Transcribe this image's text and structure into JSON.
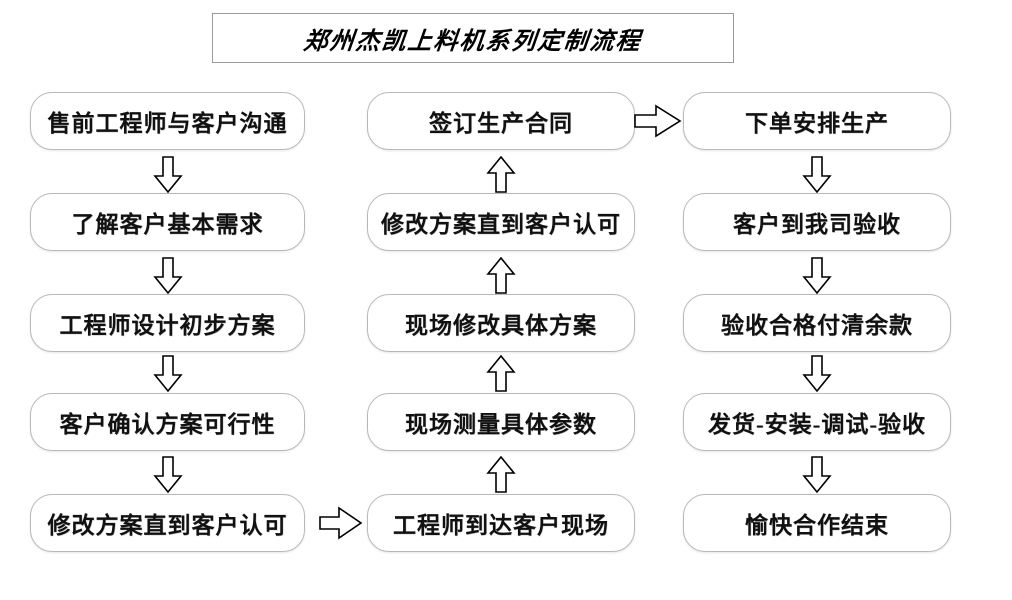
{
  "title": {
    "text": "郑州杰凯上料机系列定制流程"
  },
  "flow": {
    "columns": [
      {
        "name": "presales-column",
        "nodes": [
          {
            "id": "node-1-1",
            "label": "售前工程师与客户沟通"
          },
          {
            "id": "node-1-2",
            "label": "了解客户基本需求"
          },
          {
            "id": "node-1-3",
            "label": "工程师设计初步方案"
          },
          {
            "id": "node-1-4",
            "label": "客户确认方案可行性"
          },
          {
            "id": "node-1-5",
            "label": "修改方案直到客户认可"
          }
        ]
      },
      {
        "name": "onsite-column",
        "nodes": [
          {
            "id": "node-2-1",
            "label": "签订生产合同"
          },
          {
            "id": "node-2-2",
            "label": "修改方案直到客户认可"
          },
          {
            "id": "node-2-3",
            "label": "现场修改具体方案"
          },
          {
            "id": "node-2-4",
            "label": "现场测量具体参数"
          },
          {
            "id": "node-2-5",
            "label": "工程师到达客户现场"
          }
        ]
      },
      {
        "name": "production-column",
        "nodes": [
          {
            "id": "node-3-1",
            "label": "下单安排生产"
          },
          {
            "id": "node-3-2",
            "label": "客户到我司验收"
          },
          {
            "id": "node-3-3",
            "label": "验收合格付清余款"
          },
          {
            "id": "node-3-4",
            "label": "发货-安装-调试-验收"
          },
          {
            "id": "node-3-5",
            "label": "愉快合作结束"
          }
        ]
      }
    ],
    "connectors": [
      {
        "id": "arrow-c1-1-2",
        "direction": "down"
      },
      {
        "id": "arrow-c1-2-3",
        "direction": "down"
      },
      {
        "id": "arrow-c1-3-4",
        "direction": "down"
      },
      {
        "id": "arrow-c1-4-5",
        "direction": "down"
      },
      {
        "id": "arrow-c1-to-c2",
        "direction": "right"
      },
      {
        "id": "arrow-c2-5-4",
        "direction": "up"
      },
      {
        "id": "arrow-c2-4-3",
        "direction": "up"
      },
      {
        "id": "arrow-c2-3-2",
        "direction": "up"
      },
      {
        "id": "arrow-c2-2-1",
        "direction": "up"
      },
      {
        "id": "arrow-c2-to-c3",
        "direction": "right"
      },
      {
        "id": "arrow-c3-1-2",
        "direction": "down"
      },
      {
        "id": "arrow-c3-2-3",
        "direction": "down"
      },
      {
        "id": "arrow-c3-3-4",
        "direction": "down"
      },
      {
        "id": "arrow-c3-4-5",
        "direction": "down"
      }
    ]
  },
  "colors": {
    "background": "#ffffff",
    "node_border": "#b9b9b9",
    "title_border": "#9a9a9a",
    "text": "#111111",
    "arrow_stroke": "#000000"
  }
}
